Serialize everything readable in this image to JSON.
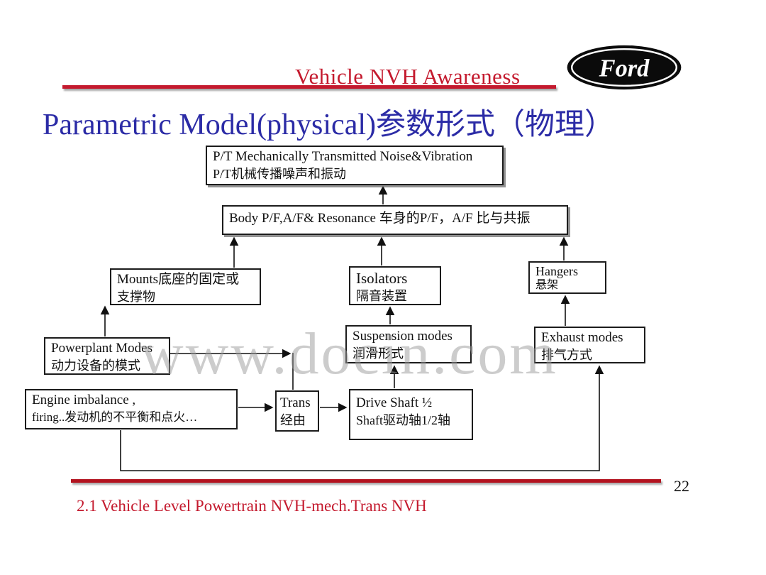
{
  "header": {
    "title": "Vehicle NVH Awareness",
    "logo_text": "Ford"
  },
  "slide": {
    "title": "Parametric Model(physical)参数形式（物理）",
    "page_number": "22",
    "footer": "2.1 Vehicle Level Powertrain NVH-mech.Trans NVH",
    "watermark": "www.docin.com"
  },
  "colors": {
    "title_blue": "#2b2ba6",
    "accent_red": "#c41a2e",
    "box_border": "#1c1c1c"
  },
  "diagram": {
    "boxes": {
      "pt_noise": {
        "line1": "P/T Mechanically Transmitted Noise&Vibration",
        "line2": "P/T机械传播噪声和振动"
      },
      "body_resonance": {
        "line1": "Body P/F,A/F& Resonance 车身的P/F，A/F 比与共振"
      },
      "mounts": {
        "line1": "Mounts底座的固定或",
        "line2": "支撑物"
      },
      "isolators": {
        "line1": "Isolators",
        "line2": "隔音装置"
      },
      "hangers": {
        "line1": "Hangers",
        "line2": "悬架"
      },
      "powerplant": {
        "line1": "Powerplant Modes",
        "line2": "动力设备的模式"
      },
      "suspension": {
        "line1": "Suspension modes",
        "line2": "润滑形式"
      },
      "exhaust": {
        "line1": "Exhaust modes",
        "line2": "排气方式"
      },
      "engine": {
        "line1": "Engine imbalance ,",
        "line2": "firing..发动机的不平衡和点火…"
      },
      "trans": {
        "line1": "Trans",
        "line2": "经由"
      },
      "drive_shaft": {
        "line1": "Drive Shaft ½",
        "line2": "Shaft驱动轴1/2轴"
      }
    }
  }
}
